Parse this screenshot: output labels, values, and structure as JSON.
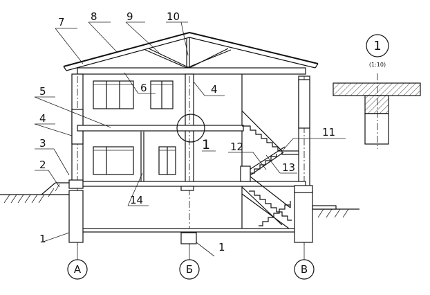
{
  "callouts": [
    "1",
    "2",
    "3",
    "4",
    "4",
    "5",
    "6",
    "7",
    "8",
    "9",
    "10",
    "11",
    "12",
    "13",
    "14",
    "1"
  ],
  "axes": [
    "A",
    "Б",
    "В"
  ],
  "detail": {
    "number": "1",
    "scale": "(1:10)"
  }
}
